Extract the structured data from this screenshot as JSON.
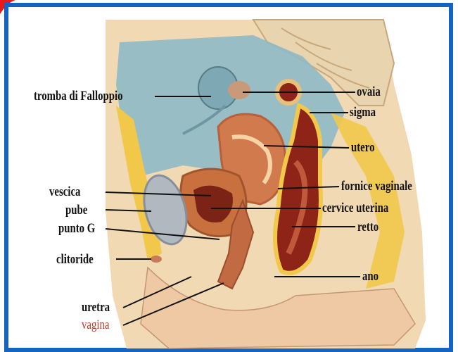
{
  "labels": {
    "tromba": "tromba di Falloppio",
    "ovaia": "ovaia",
    "sigma": "sigma",
    "utero": "utero",
    "fornice": "fornice vaginale",
    "vescica": "vescica",
    "cervice": "cervice uterina",
    "pube": "pube",
    "punto_g": "punto G",
    "retto": "retto",
    "clitoride": "clitoride",
    "ano": "ano",
    "uretra": "uretra",
    "vagina": "vagina"
  },
  "colors": {
    "frame_border": "#1565c0",
    "corner_mark": "#e31b1b",
    "background_tissue": "#f1d9b4",
    "peritoneum": "#8fb9c5",
    "fat_yellow": "#f1c84a",
    "uterus": "#d07a4e",
    "bladder": "#b1b8c0",
    "rectum": "#8e2418",
    "vagina_label": "#b83a22"
  }
}
